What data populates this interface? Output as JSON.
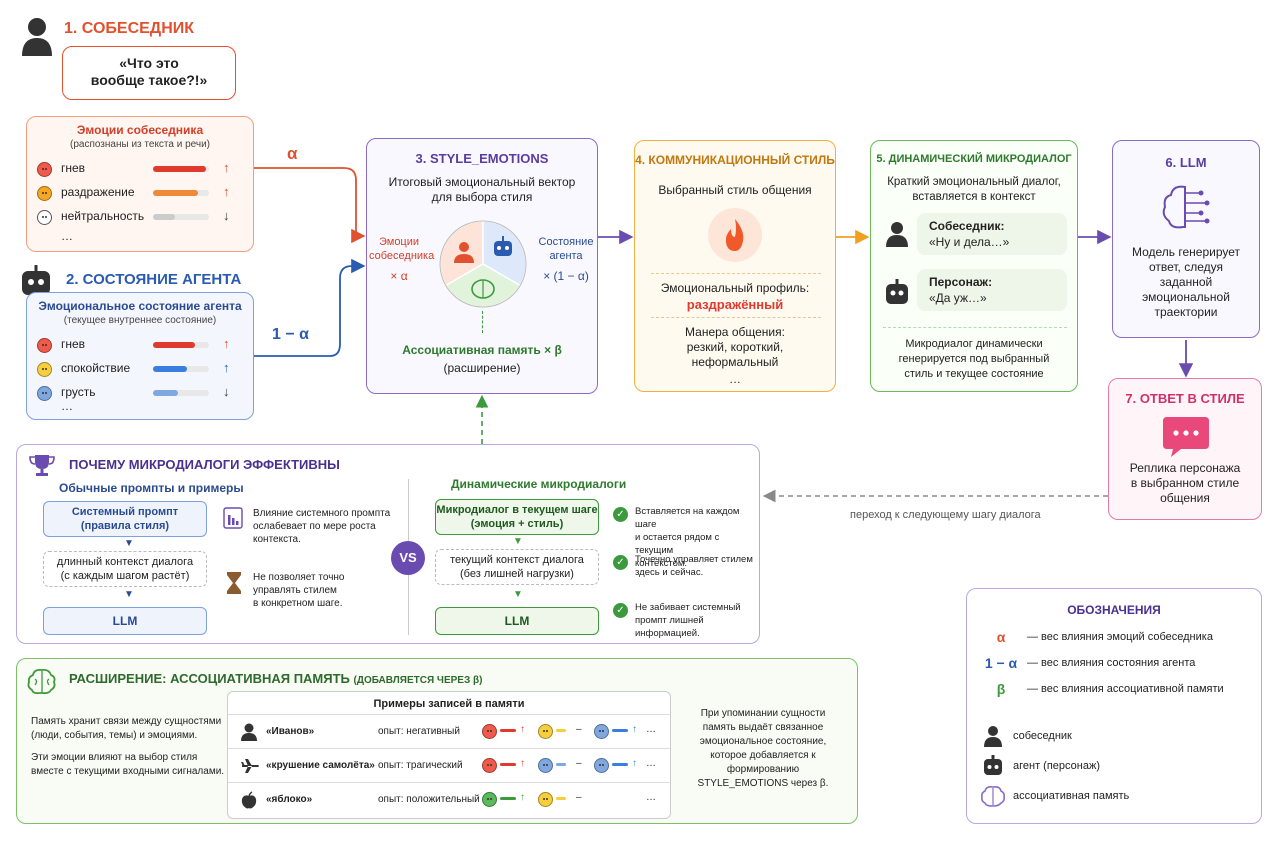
{
  "interlocutor": {
    "title": "1. СОБЕСЕДНИК",
    "quote": "«Что это\nвообще такое?!»"
  },
  "emotions_in": {
    "title": "Эмоции собеседника",
    "subtitle": "(распознаны из текста и речи)",
    "items": [
      {
        "label": "гнев",
        "arrow": "↑",
        "level": 0.95,
        "color": "#e03a2f"
      },
      {
        "label": "раздражение",
        "arrow": "↑",
        "level": 0.8,
        "color": "#f08a3a"
      },
      {
        "label": "нейтральность",
        "arrow": "↓",
        "level": 0.4,
        "color": "#cccccc"
      }
    ],
    "more": "…"
  },
  "alpha": "α",
  "agent": {
    "title": "2. СОСТОЯНИЕ АГЕНТА",
    "box_title": "Эмоциональное состояние агента",
    "box_subtitle": "(текущее внутреннее состояние)",
    "items": [
      {
        "label": "гнев",
        "arrow": "↑",
        "level": 0.75,
        "color": "#e03a2f"
      },
      {
        "label": "спокойствие",
        "arrow": "↑",
        "level": 0.6,
        "color": "#3a7ee0"
      },
      {
        "label": "грусть",
        "arrow": "↓",
        "level": 0.45,
        "color": "#7fa8e0"
      }
    ],
    "more": "…"
  },
  "one_minus_alpha": "1 − α",
  "style": {
    "title": "3. STYLE_EMOTIONS",
    "subtitle": "Итоговый эмоциональный вектор\nдля выбора стиля",
    "left_label": "Эмоции\nсобеседника",
    "left_factor": "× α",
    "right_label": "Состояние\nагента",
    "right_factor": "× (1 − α)",
    "memory": "Ассоциативная память × β",
    "memory_sub": "(расширение)"
  },
  "comm": {
    "title": "4. КОММУНИКАЦИОННЫЙ СТИЛЬ",
    "subtitle": "Выбранный стиль общения",
    "profile_label": "Эмоциональный профиль:",
    "profile_value": "раздражённый",
    "manner_label": "Манера общения:",
    "manner_value": "резкий, короткий,\nнеформальный",
    "more": "…"
  },
  "micro": {
    "title": "5. ДИНАМИЧЕСКИЙ МИКРОДИАЛОГ",
    "subtitle": "Краткий эмоциональный диалог,\nвставляется в контекст",
    "user_name": "Собеседник:",
    "user_text": "«Ну и дела…»",
    "bot_name": "Персонаж:",
    "bot_text": "«Да уж…»",
    "note": "Микродиалог динамически\nгенерируется под выбранный\nстиль и текущее состояние"
  },
  "llm": {
    "title": "6. LLM",
    "text": "Модель генерирует\nответ, следуя\nзаданной\nэмоциональной\nтраектории"
  },
  "answer": {
    "title": "7. ОТВЕТ В СТИЛЕ",
    "text": "Реплика персонажа\nв выбранном стиле\nобщения"
  },
  "next_step": "переход к следующему шагу диалога",
  "why": {
    "title": "ПОЧЕМУ МИКРОДИАЛОГИ ЭФФЕКТИВНЫ",
    "left_title": "Обычные промпты и примеры",
    "sys": "Системный промпт\n(правила стиля)",
    "long_ctx": "длинный контекст диалога\n(с каждым шагом растёт)",
    "llm": "LLM",
    "left_note1": "Влияние системного промпта\nослабевает по мере роста\nконтекста.",
    "left_note2": "Не позволяет точно\nуправлять стилем\nв конкретном шаге.",
    "vs": "VS",
    "right_title": "Динамические микродиалоги",
    "micro_now": "Микродиалог в текущем шаге\n(эмоция + стиль)",
    "cur_ctx": "текущий контекст диалога\n(без лишней нагрузки)",
    "llm2": "LLM",
    "right_notes": [
      "Вставляется на каждом шаге\nи остается рядом с текущим\nконтекстом.",
      "Точечно управляет стилем\nздесь и сейчас.",
      "Не забивает системный\nпромпт лишней информацией."
    ]
  },
  "memory": {
    "title": "РАСШИРЕНИЕ: АССОЦИАТИВНАЯ ПАМЯТЬ",
    "title_suffix": "(ДОБАВЛЯЕТСЯ ЧЕРЕЗ β)",
    "left1": "Память хранит связи между сущностями\n(люди, события, темы) и эмоциями.",
    "left2": "Эти эмоции влияют на выбор стиля\nвместе с текущими входными сигналами.",
    "table_title": "Примеры записей в памяти",
    "rows": [
      {
        "entity": "«Иванов»",
        "exp": "опыт: негативный"
      },
      {
        "entity": "«крушение самолёта»",
        "exp": "опыт: трагический"
      },
      {
        "entity": "«яблоко»",
        "exp": "опыт: положительный"
      }
    ],
    "right": "При упоминании сущности\nпамять выдаёт связанное\nэмоциональное состояние,\nкоторое добавляется к формированию\nSTYLE_EMOTIONS через β."
  },
  "legend": {
    "title": "ОБОЗНАЧЕНИЯ",
    "items": [
      {
        "sym": "α",
        "text": "— вес влияния эмоций собеседника",
        "color": "#e0522f"
      },
      {
        "sym": "1 − α",
        "text": "— вес влияния состояния агента",
        "color": "#2a5bb0"
      },
      {
        "sym": "β",
        "text": "— вес влияния ассоциативной памяти",
        "color": "#3c9a3c"
      }
    ],
    "icons": [
      "собеседник",
      "агент (персонаж)",
      "ассоциативная память"
    ]
  }
}
